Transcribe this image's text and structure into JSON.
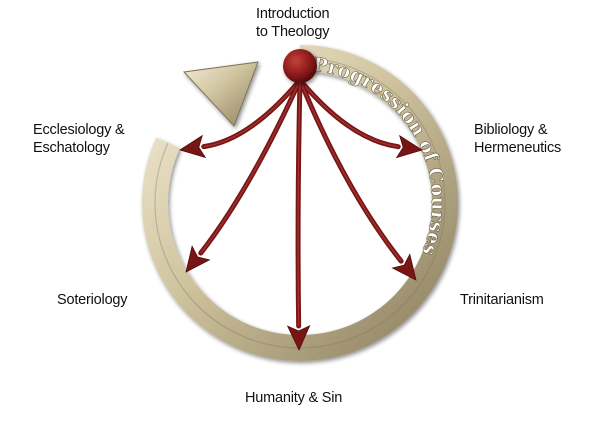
{
  "colors": {
    "ring_light": "#efe6cc",
    "ring_mid": "#c8bb94",
    "ring_dark": "#8f8262",
    "arrow": "#7a1516",
    "arrow_dark": "#4e0b0b",
    "hub": "#8c1a1a"
  },
  "hub": {
    "label_line1": "Introduction",
    "label_line2": "to Theology"
  },
  "ring_text": "Progression of Courses",
  "nodes": {
    "ecclesiology": {
      "line1": "Ecclesiology &",
      "line2": "Eschatology"
    },
    "bibliology": {
      "line1": "Bibliology &",
      "line2": "Hermeneutics"
    },
    "soteriology": {
      "label": "Soteriology"
    },
    "trinitarianism": {
      "label": "Trinitarianism"
    },
    "humanity": {
      "label": "Humanity & Sin"
    }
  }
}
